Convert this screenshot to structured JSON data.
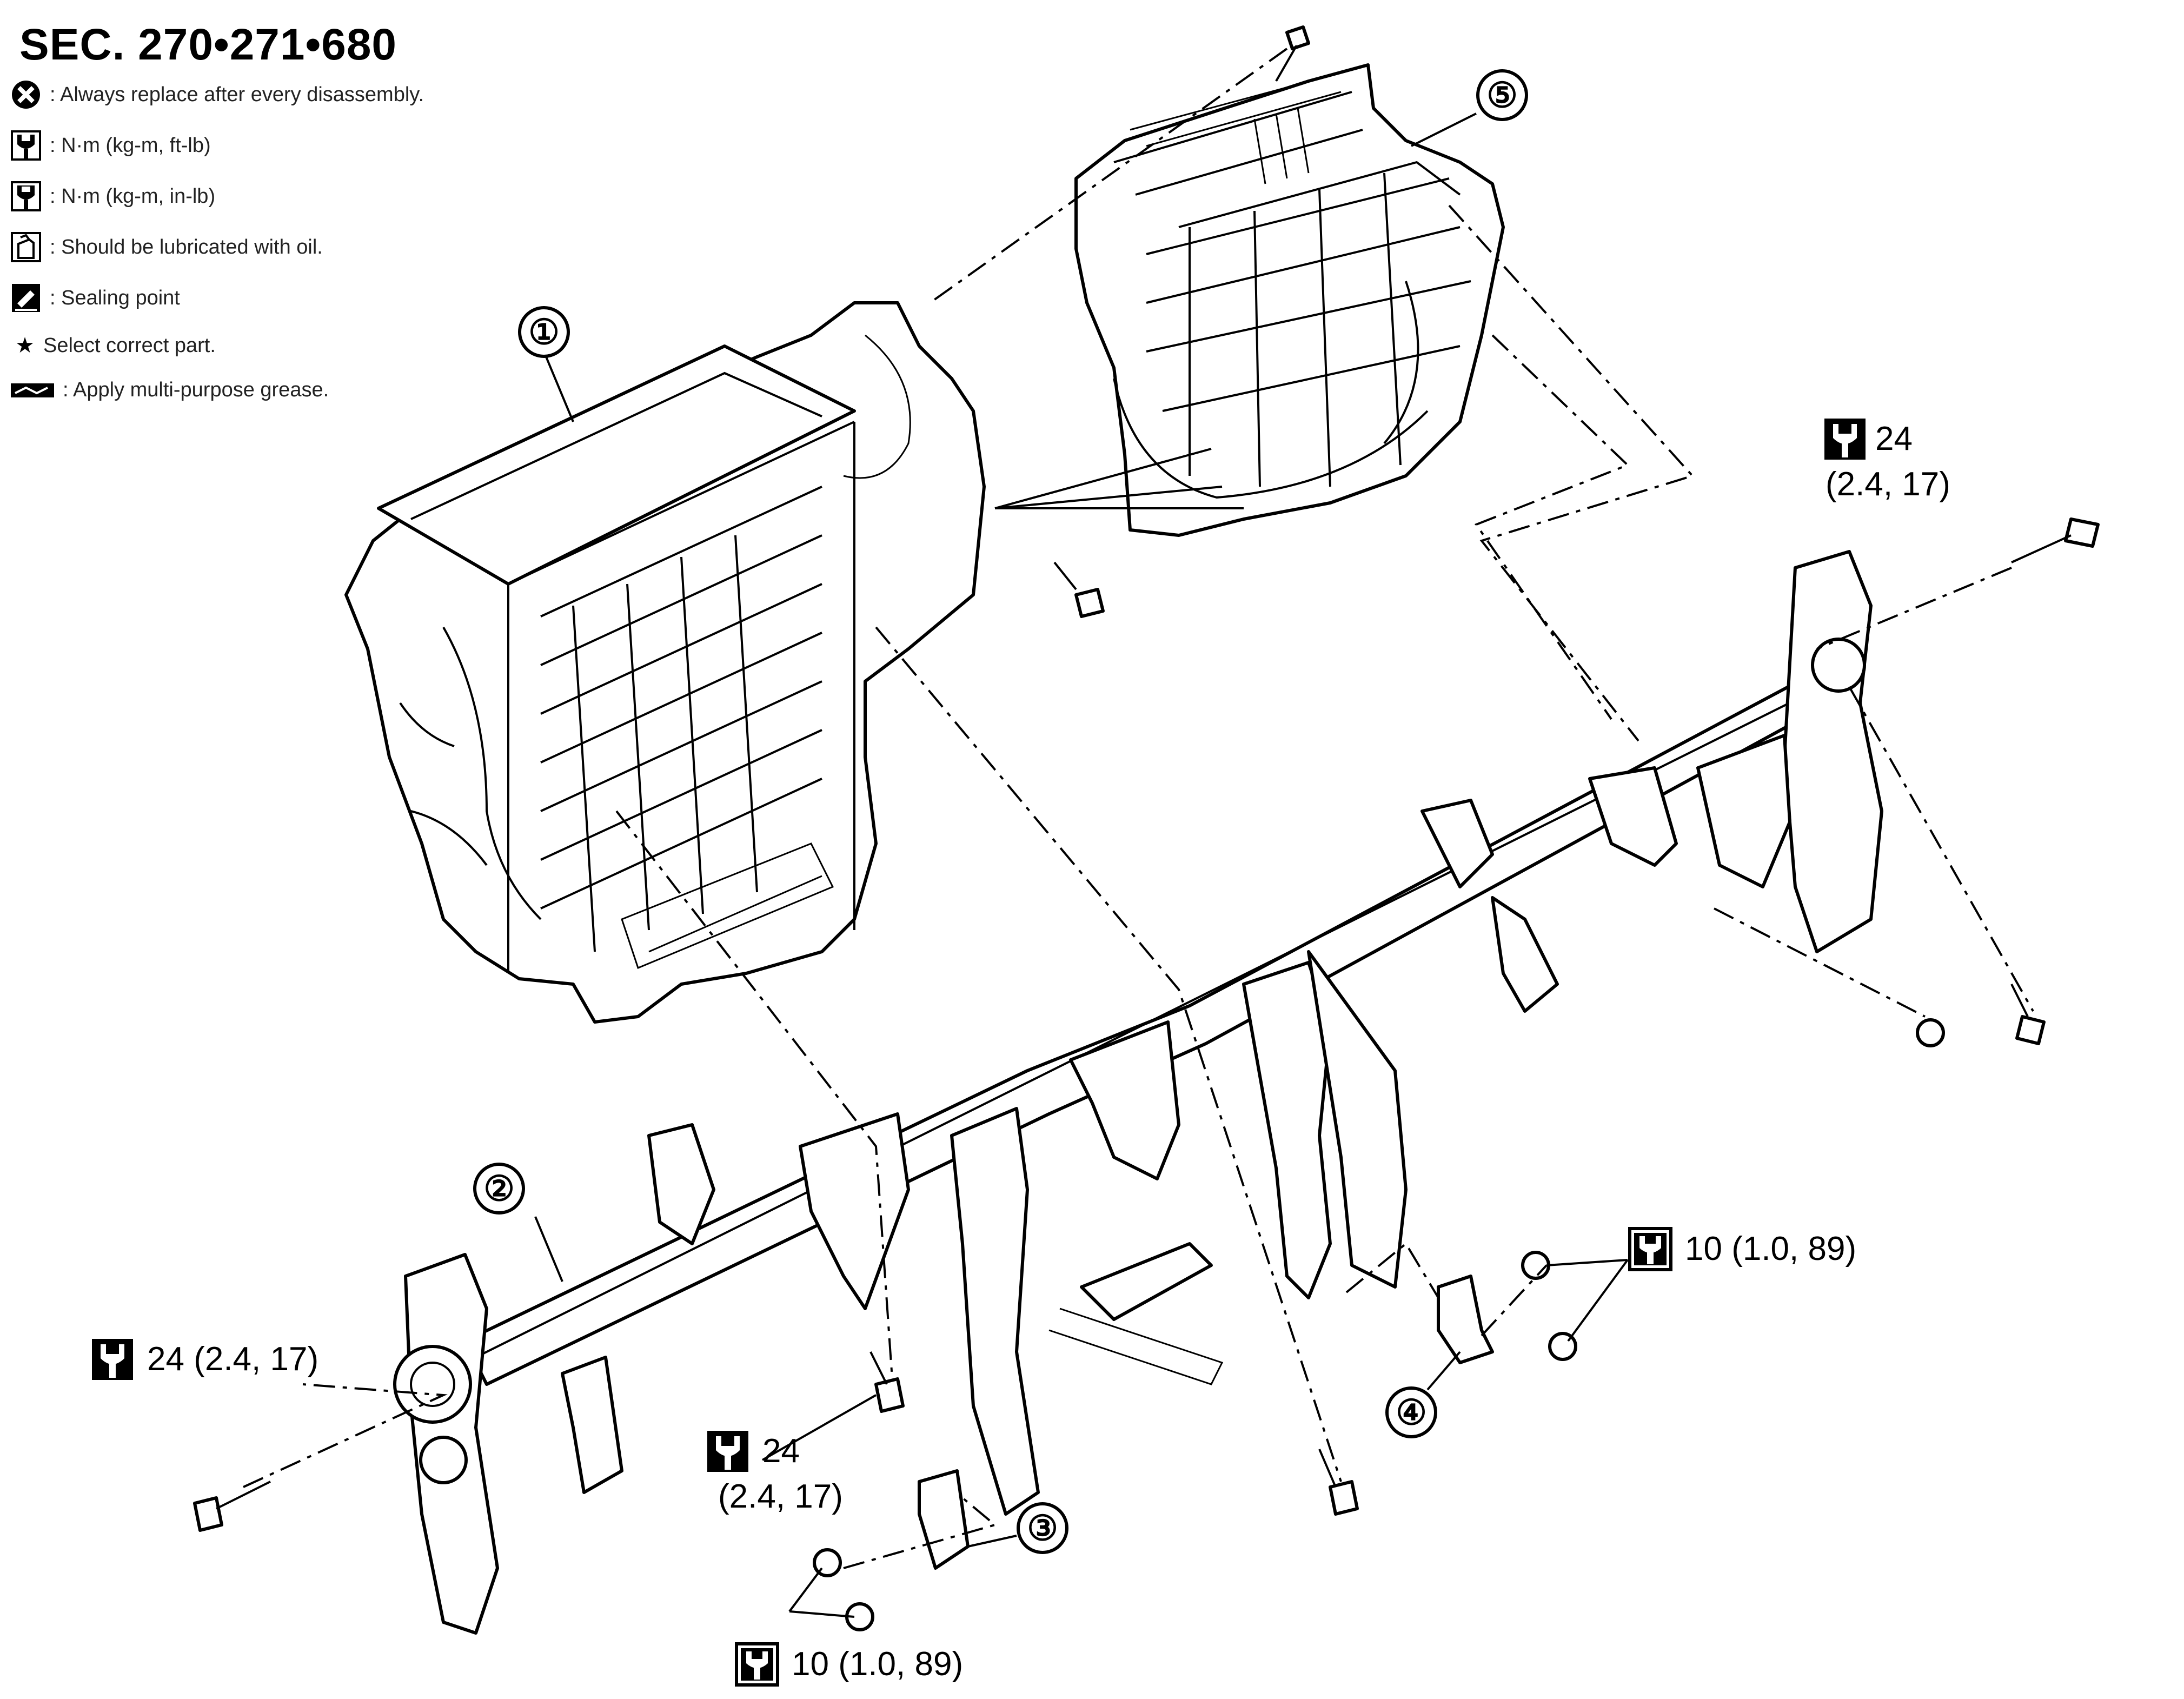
{
  "header": {
    "section": "SEC. 270•271•680"
  },
  "legend": [
    {
      "icon": "cross-circle-icon",
      "text": ": Always replace after every disassembly."
    },
    {
      "icon": "wrench-icon",
      "text": ": N·m (kg-m, ft-lb)"
    },
    {
      "icon": "wrench-filled-icon",
      "text": ": N·m (kg-m, in-lb)"
    },
    {
      "icon": "oil-can-icon",
      "text": ": Should be lubricated with oil."
    },
    {
      "icon": "sealing-icon",
      "text": ": Sealing point"
    },
    {
      "icon": "star-icon",
      "text": "Select correct part."
    },
    {
      "icon": "grease-icon",
      "text": ": Apply multi-purpose grease."
    }
  ],
  "legend_star_glyph": "★",
  "callouts": [
    "①",
    "②",
    "③",
    "④",
    "⑤"
  ],
  "torque_specs": {
    "right_upper": {
      "line1": "24",
      "line2": "(2.4, 17)"
    },
    "left": {
      "line1": "24 (2.4, 17)"
    },
    "center": {
      "line1": "24",
      "line2": "(2.4, 17)"
    },
    "right_lower": {
      "line1": "10 (1.0, 89)"
    },
    "bottom": {
      "line1": "10 (1.0, 89)"
    }
  }
}
